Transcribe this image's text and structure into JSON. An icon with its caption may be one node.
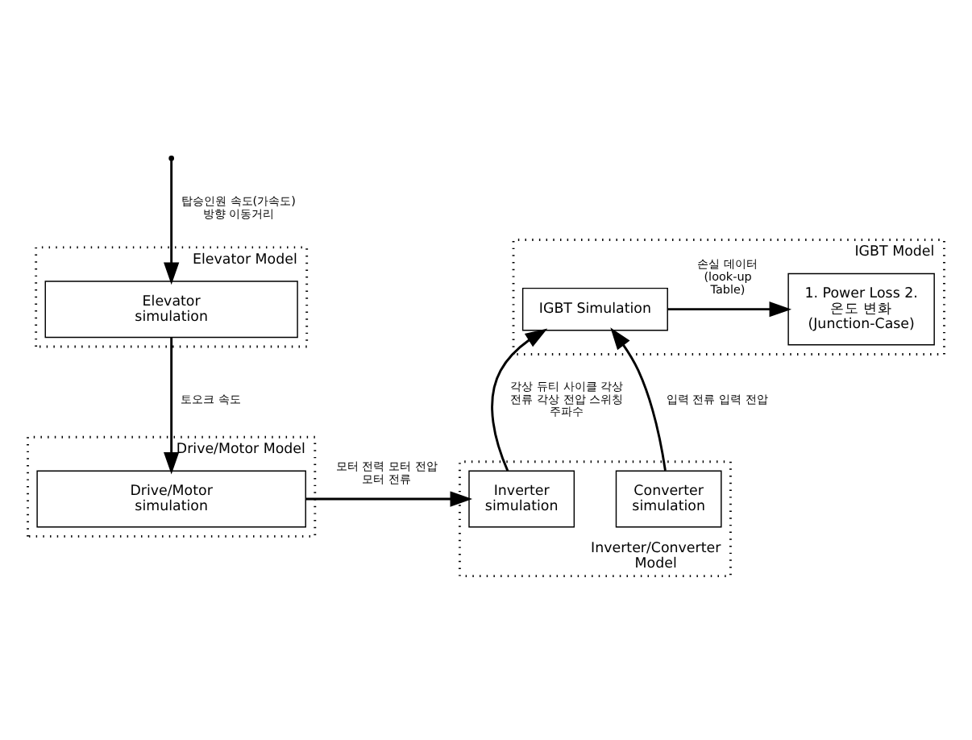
{
  "diagram": {
    "nodes": [
      {
        "text": [
          "Elevator Model"
        ]
      },
      {
        "text": [
          "Elevator simulation"
        ],
        "in": 0
      },
      {
        "text": [
          "IGBT Model"
        ]
      },
      {
        "text": [
          "IGBT Simulation"
        ],
        "in": 2
      },
      {
        "text": [
          "1. Power Loss 2. 온도 변화 (Junction-Case)"
        ],
        "in": 2
      },
      {
        "text": [
          "Drive/Motor Model"
        ]
      },
      {
        "text": [
          "Drive/Motor simulation"
        ],
        "in": 5
      },
      {
        "text": [
          "Inverter/Converter Model"
        ]
      },
      {
        "text": [
          "Inverter simulation"
        ],
        "in": 7
      },
      {
        "text": [
          "Converter simulation"
        ],
        "in": 7
      }
    ],
    "edges": [
      {
        "from": null,
        "to": 1,
        "arrow": "to",
        "label": "탑승인원 속도(가속도) 방향 이동거리"
      },
      {
        "from": 1,
        "to": 6,
        "arrow": "to",
        "label": "토오크 속도"
      },
      {
        "from": 6,
        "to": 8,
        "arrow": "to",
        "label": "모터 전력 모터 전압 모터 전류"
      },
      {
        "from": 8,
        "to": 3,
        "arrow": "to",
        "label": "각상 듀티 사이클 각상 전류 각상 전압 스위칭 주파수"
      },
      {
        "from": 9,
        "to": 3,
        "arrow": "to",
        "label": "입력 전류 입력 전압"
      },
      {
        "from": 3,
        "to": 4,
        "arrow": "to",
        "label": "손실 데이터 (look-up Table)"
      }
    ]
  }
}
